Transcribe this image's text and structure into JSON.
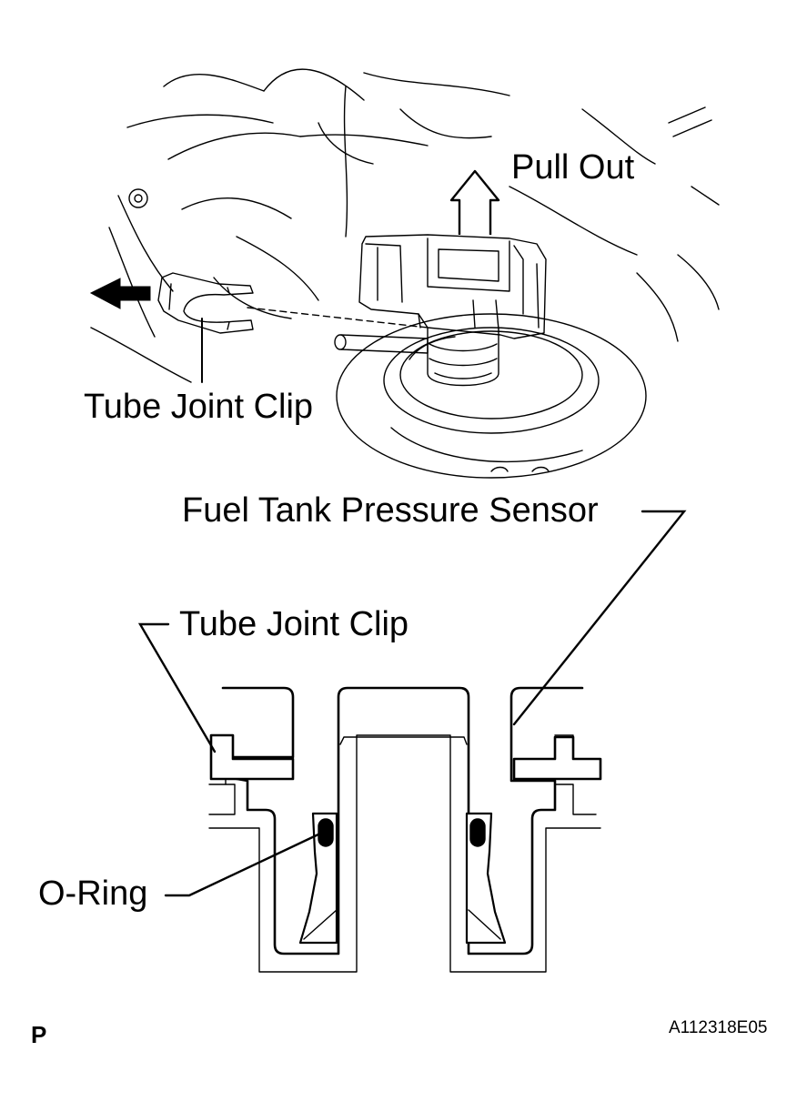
{
  "title": "",
  "labels": {
    "pull_out": "Pull Out",
    "tube_joint_clip_top": "Tube Joint Clip",
    "fuel_tank_pressure_sensor": "Fuel Tank Pressure Sensor",
    "tube_joint_clip_section": "Tube Joint Clip",
    "o_ring": "O-Ring"
  },
  "footer": {
    "view_code": "P",
    "figure_id": "A112318E05"
  },
  "colors": {
    "ink": "#000000",
    "paper": "#ffffff"
  },
  "icons": {
    "pull_direction": "outline-up-arrow",
    "remove_clip_direction": "solid-left-arrow"
  }
}
